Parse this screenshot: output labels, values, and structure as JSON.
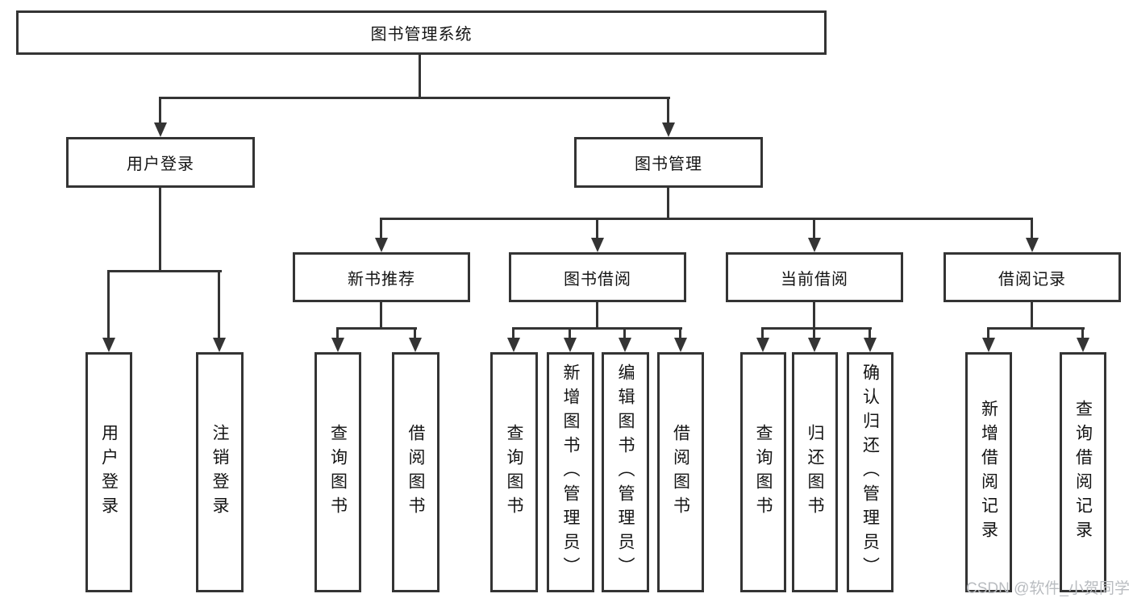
{
  "diagram": {
    "root": {
      "label": "图书管理系统"
    },
    "level2": [
      {
        "label": "用户登录"
      },
      {
        "label": "图书管理"
      }
    ],
    "level3": [
      {
        "label": "新书推荐"
      },
      {
        "label": "图书借阅"
      },
      {
        "label": "当前借阅"
      },
      {
        "label": "借阅记录"
      }
    ],
    "leaves": {
      "user_login": [
        "用户登录",
        "注销登录"
      ],
      "new_books": [
        "查询图书",
        "借阅图书"
      ],
      "book_borrow": [
        "查询图书",
        "新增图书（管理员）",
        "编辑图书（管理员）",
        "借阅图书"
      ],
      "current_borrow": [
        "查询图书",
        "归还图书",
        "确认归还（管理员）"
      ],
      "borrow_records": [
        "新增借阅记录",
        "查询借阅记录"
      ]
    }
  },
  "watermark": {
    "text": "CSDN @软件_小贺同学"
  },
  "colors": {
    "line": "#343434",
    "text": "#141414",
    "watermark": "#b9bcc0",
    "background": "#ffffff"
  }
}
